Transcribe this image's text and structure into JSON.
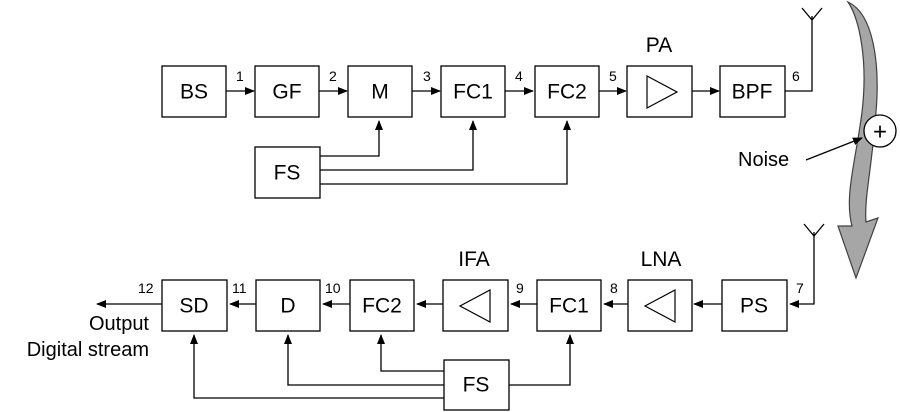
{
  "tx_blocks": {
    "bs": "BS",
    "gf": "GF",
    "m": "M",
    "fc1": "FC1",
    "fc2": "FC2",
    "bpf": "BPF",
    "fs": "FS"
  },
  "rx_blocks": {
    "sd": "SD",
    "d": "D",
    "fc2": "FC2",
    "fc1": "FC1",
    "ps": "PS",
    "fs": "FS"
  },
  "amp_labels": {
    "pa": "PA",
    "ifa": "IFA",
    "lna": "LNA"
  },
  "signal_numbers": [
    "1",
    "2",
    "3",
    "4",
    "5",
    "6",
    "7",
    "8",
    "9",
    "10",
    "11",
    "12"
  ],
  "noise_label": "Noise",
  "adder_symbol": "+",
  "output_label": "Output",
  "output_sublabel": "Digital stream",
  "colors": {
    "line": "#000000",
    "channel_arrow_fill": "#a6a6a6",
    "channel_arrow_stroke": "#404040"
  }
}
